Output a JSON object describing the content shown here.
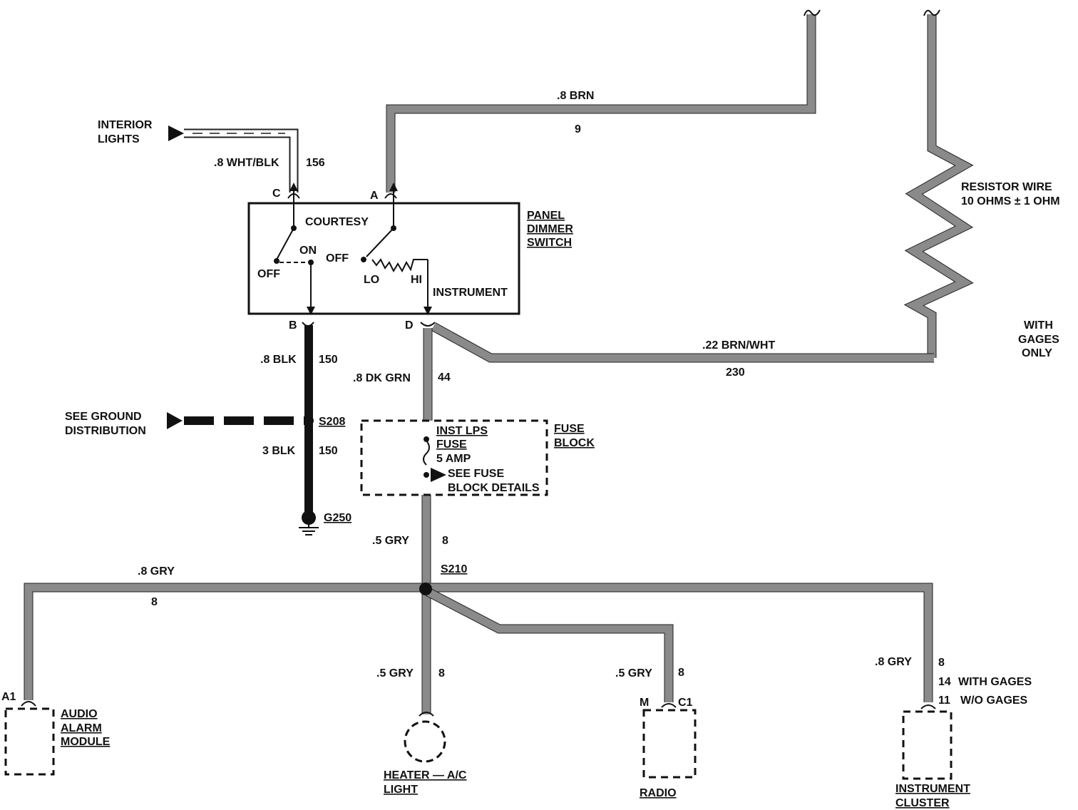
{
  "labels": {
    "interior_lights_1": "INTERIOR",
    "interior_lights_2": "LIGHTS",
    "wht_blk_wire": ".8 WHT/BLK",
    "wht_blk_circuit": "156",
    "brn_wire": ".8 BRN",
    "brn_circuit": "9",
    "term_c": "C",
    "term_a": "A",
    "term_b": "B",
    "term_d": "D",
    "courtesy": "COURTESY",
    "on": "ON",
    "off_left": "OFF",
    "off_right": "OFF",
    "lo": "LO",
    "hi": "HI",
    "instrument": "INSTRUMENT",
    "panel_dimmer_1": "PANEL",
    "panel_dimmer_2": "DIMMER",
    "panel_dimmer_3": "SWITCH",
    "resistor_1": "RESISTOR WIRE",
    "resistor_2": "10 OHMS ± 1 OHM",
    "with_gages_1": "WITH",
    "with_gages_2": "GAGES",
    "with_gages_3": "ONLY",
    "brn_wht_wire": ".22 BRN/WHT",
    "brn_wht_circuit": "230",
    "blk_wire_top": ".8 BLK",
    "blk_circuit_top": "150",
    "dk_grn_wire": ".8 DK GRN",
    "dk_grn_circuit": "44",
    "see_ground_1": "SEE GROUND",
    "see_ground_2": "DISTRIBUTION",
    "s208": "S208",
    "blk_wire_bottom": "3 BLK",
    "blk_circuit_bottom": "150",
    "g250": "G250",
    "fuse_1": "INST LPS",
    "fuse_2": "FUSE",
    "fuse_3": "5 AMP",
    "fuse_block_1": "FUSE",
    "fuse_block_2": "BLOCK",
    "see_fuse_1": "SEE FUSE",
    "see_fuse_2": "BLOCK DETAILS",
    "gry_wire_main": ".5 GRY",
    "gry_circuit_main": "8",
    "gry_wire_left": ".8 GRY",
    "gry_circuit_left": "8",
    "s210": "S210",
    "gry_wire_heater": ".5 GRY",
    "gry_circuit_heater": "8",
    "gry_wire_radio": ".5 GRY",
    "gry_circuit_radio": "8",
    "gry_wire_cluster": ".8 GRY",
    "gry_circuit_cluster": "8",
    "with_gages_circuit": "14",
    "with_gages_label": "WITH GAGES",
    "wo_gages_circuit": "11",
    "wo_gages_label": "W/O GAGES",
    "term_a1": "A1",
    "audio_1": "AUDIO",
    "audio_2": "ALARM",
    "audio_3": "MODULE",
    "heater_1": "HEATER — A/C",
    "heater_2": "LIGHT",
    "term_m": "M",
    "term_c1": "C1",
    "radio": "RADIO",
    "cluster_1": "INSTRUMENT",
    "cluster_2": "CLUSTER"
  }
}
